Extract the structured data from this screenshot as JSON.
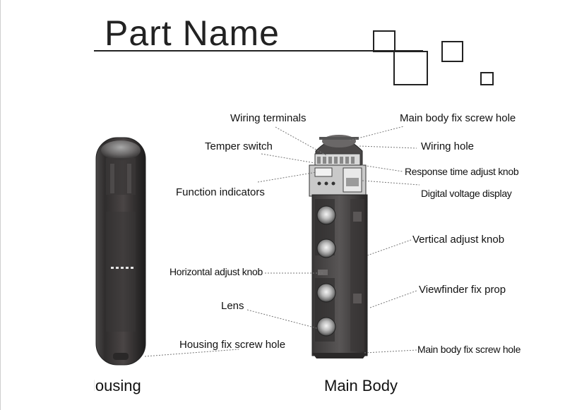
{
  "title": "Part Name",
  "labels": {
    "wiring_terminals": "Wiring terminals",
    "temper_switch": "Temper switch",
    "function_indicators": "Function indicators",
    "horizontal_adjust_knob": "Horizontal adjust knob",
    "lens": "Lens",
    "housing_fix_screw_hole": "Housing fix screw hole",
    "main_body_fix_screw_hole_top": "Main body fix screw hole",
    "wiring_hole": "Wiring hole",
    "response_time_adjust_knob": "Response time adjust knob",
    "digital_voltage_display": "Digital voltage display",
    "vertical_adjust_knob": "Vertical adjust knob",
    "viewfinder_fix_prop": "Viewfinder fix prop",
    "main_body_fix_screw_hole_bottom": "Main body fix screw hole"
  },
  "captions": {
    "housing": "Housing",
    "main_body": "Main Body"
  }
}
